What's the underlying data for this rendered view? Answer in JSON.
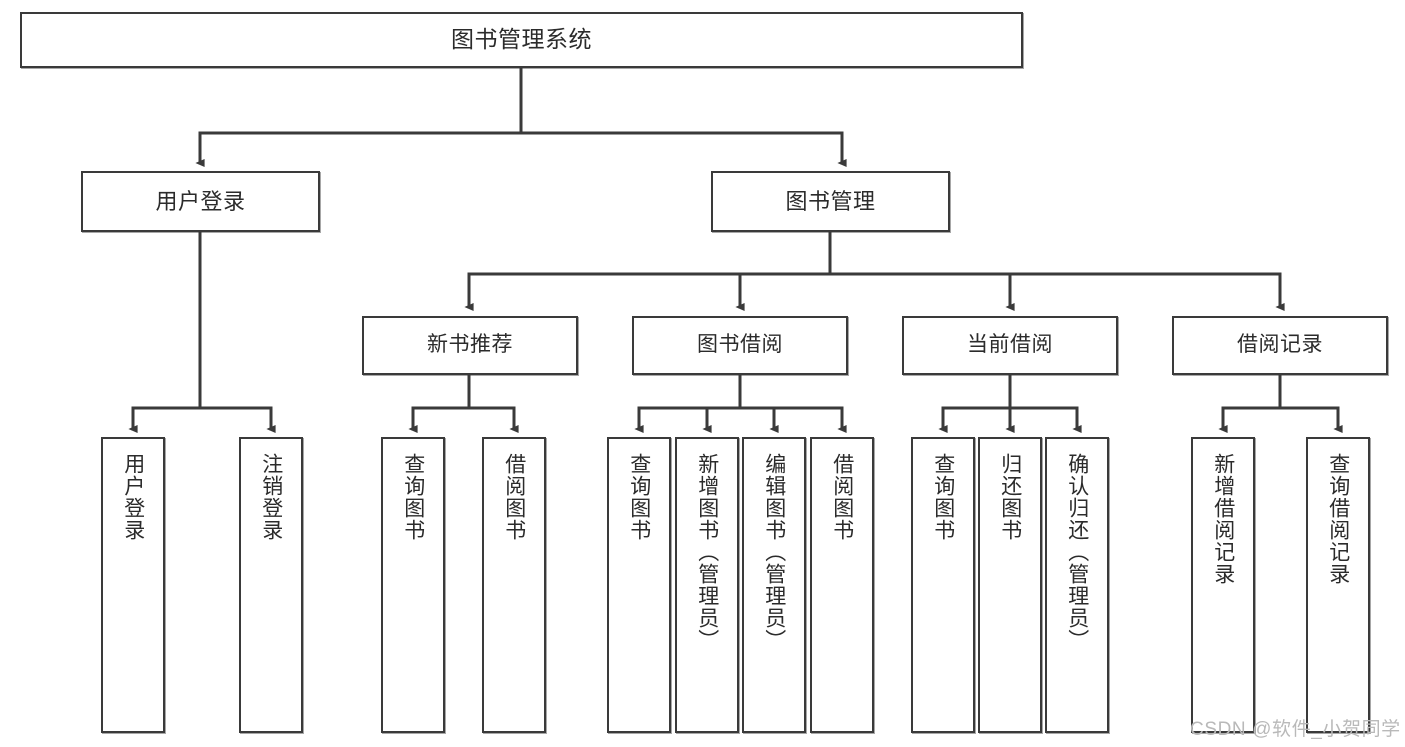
{
  "diagram": {
    "title": "图书管理系统",
    "type": "tree",
    "stroke_color": "#3a3a3a",
    "fill_color": "#ffffff",
    "text_color": "#2b2b2b"
  },
  "root": {
    "label": "图书管理系统"
  },
  "level2": [
    {
      "label": "用户登录"
    },
    {
      "label": "图书管理"
    }
  ],
  "level3": [
    {
      "label": "新书推荐"
    },
    {
      "label": "图书借阅"
    },
    {
      "label": "当前借阅"
    },
    {
      "label": "借阅记录"
    }
  ],
  "leaves": [
    {
      "label": "用户登录",
      "parent": "用户登录"
    },
    {
      "label": "注销登录",
      "parent": "用户登录"
    },
    {
      "label": "查询图书",
      "parent": "新书推荐"
    },
    {
      "label": "借阅图书",
      "parent": "新书推荐"
    },
    {
      "label": "查询图书",
      "parent": "图书借阅"
    },
    {
      "label": "新增图书（管理员）",
      "parent": "图书借阅"
    },
    {
      "label": "编辑图书（管理员）",
      "parent": "图书借阅"
    },
    {
      "label": "借阅图书",
      "parent": "图书借阅"
    },
    {
      "label": "查询图书",
      "parent": "当前借阅"
    },
    {
      "label": "归还图书",
      "parent": "当前借阅"
    },
    {
      "label": "确认归还（管理员）",
      "parent": "当前借阅"
    },
    {
      "label": "新增借阅记录",
      "parent": "借阅记录"
    },
    {
      "label": "查询借阅记录",
      "parent": "借阅记录"
    }
  ],
  "watermark": {
    "text": "CSDN @软件_小贺同学"
  }
}
